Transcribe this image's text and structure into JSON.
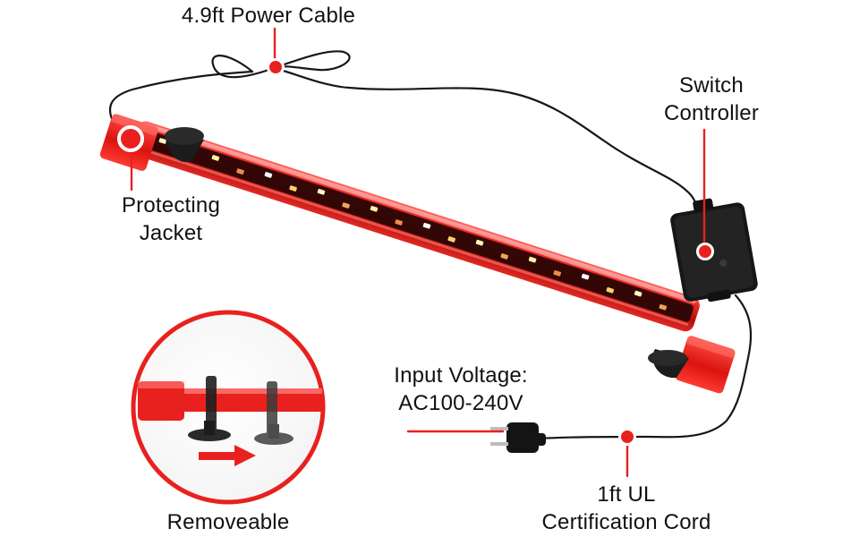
{
  "image": {
    "description_colors": {
      "accent": "#e8211f",
      "tube_red": "#e81f1d",
      "cable": "#171717",
      "label_text": "#111111",
      "background": "#ffffff"
    }
  },
  "callouts": {
    "power_cable": "4.9ft Power Cable",
    "switch_controller_line1": "Switch",
    "switch_controller_line2": "Controller",
    "protecting_jacket_line1": "Protecting",
    "protecting_jacket_line2": "Jacket",
    "input_voltage_line1": "Input Voltage:",
    "input_voltage_line2": "AC100-240V",
    "ul_cord_line1": "1ft UL",
    "ul_cord_line2": "Certification Cord",
    "removeable": "Removeable"
  },
  "icons": {
    "callout_marker": "red-dot-icon",
    "direction_arrow": "right-arrow-icon",
    "plug": "power-plug-icon"
  }
}
